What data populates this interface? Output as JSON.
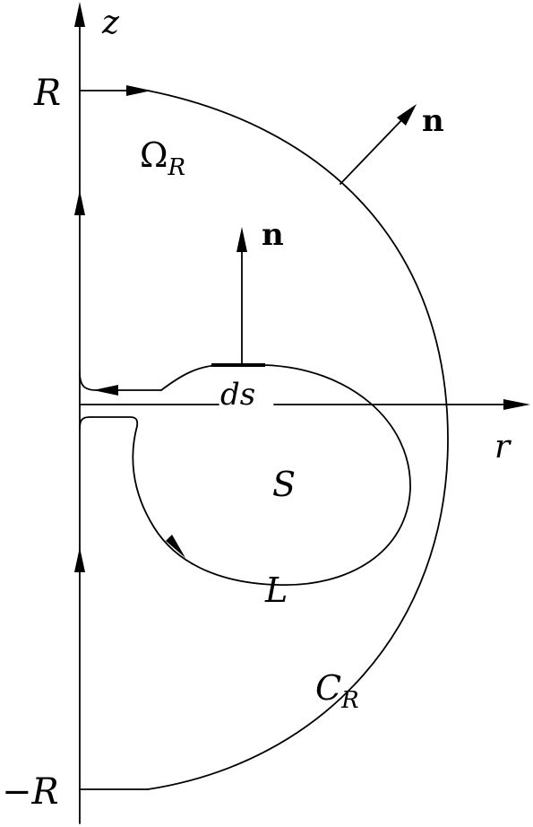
{
  "labels": {
    "z_axis": "z",
    "r_axis": "r",
    "R_top": "R",
    "R_bottom": "−R",
    "omega_symbol": "Ω",
    "omega_subscript": "R",
    "normal_upper": "n",
    "normal_inner": "n",
    "ds": "ds",
    "S": "S",
    "L": "L",
    "C_symbol": "C",
    "C_subscript": "R"
  }
}
